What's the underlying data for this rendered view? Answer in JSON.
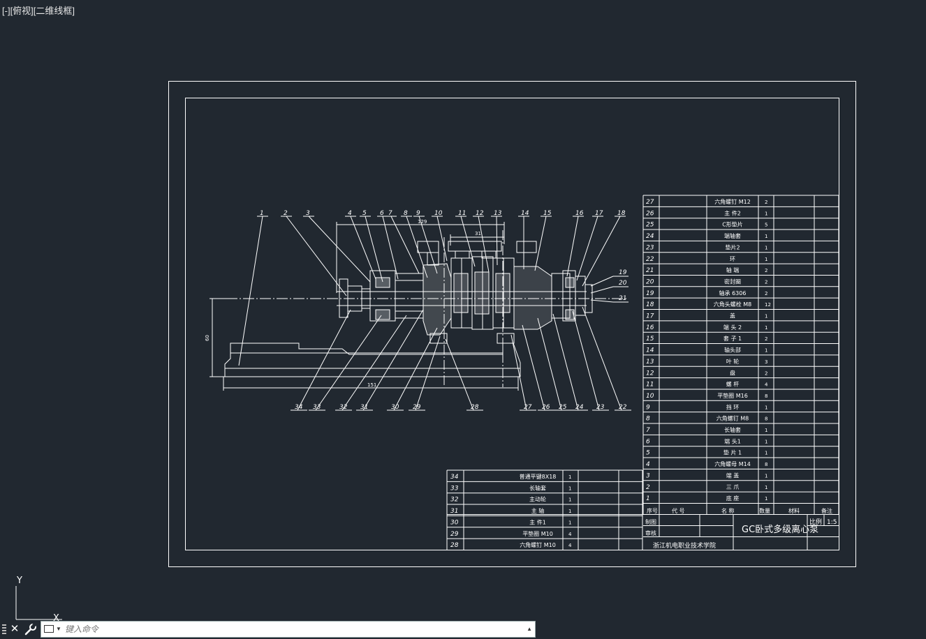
{
  "viewport": {
    "controls": [
      "[-]",
      "[俯视]",
      "[二维线框]"
    ]
  },
  "drawing": {
    "overall_dim": "129",
    "inner_dim": "31",
    "height_dim": "60",
    "base_dim": "151",
    "title": "GC卧式多级离心泵",
    "school": "浙江机电职业技术学院",
    "scale_label": "比例",
    "scale_value": "1:5",
    "made_label": "制图",
    "check_label": "审核",
    "header": {
      "no": "序号",
      "code": "代   号",
      "name": "名   称",
      "qty": "数量",
      "material": "材料",
      "note": "备注"
    },
    "callouts_top": [
      "1",
      "2",
      "3",
      "4",
      "5",
      "6",
      "7",
      "8",
      "9",
      "10",
      "11",
      "12",
      "13",
      "14",
      "15",
      "16",
      "17",
      "18"
    ],
    "callouts_right": [
      "19",
      "20",
      "21"
    ],
    "callouts_bottom": [
      "34",
      "33",
      "32",
      "31",
      "30",
      "29",
      "28",
      "27",
      "26",
      "25",
      "24",
      "23",
      "22"
    ],
    "bom_right": [
      {
        "no": "27",
        "name": "六角螺钉 M12",
        "qty": "2"
      },
      {
        "no": "26",
        "name": "主  件2",
        "qty": "1"
      },
      {
        "no": "25",
        "name": "C形垫片",
        "qty": "5"
      },
      {
        "no": "24",
        "name": "端轴套",
        "qty": "1"
      },
      {
        "no": "23",
        "name": "垫片2",
        "qty": "1"
      },
      {
        "no": "22",
        "name": "环",
        "qty": "1"
      },
      {
        "no": "21",
        "name": "轴  端",
        "qty": "2"
      },
      {
        "no": "20",
        "name": "密封圈",
        "qty": "2"
      },
      {
        "no": "19",
        "name": "轴承 6306",
        "qty": "2"
      },
      {
        "no": "18",
        "name": "六角头螺栓 M8",
        "qty": "12"
      },
      {
        "no": "17",
        "name": "盖",
        "qty": "1"
      },
      {
        "no": "16",
        "name": "端 头 2",
        "qty": "1"
      },
      {
        "no": "15",
        "name": "套 子 1",
        "qty": "2"
      },
      {
        "no": "14",
        "name": "轴头部",
        "qty": "1"
      },
      {
        "no": "13",
        "name": "叶 轮",
        "qty": "3"
      },
      {
        "no": "12",
        "name": "盘",
        "qty": "2"
      },
      {
        "no": "11",
        "name": "螺  杆",
        "qty": "4"
      },
      {
        "no": "10",
        "name": "平垫圈 M16",
        "qty": "8"
      },
      {
        "no": "9",
        "name": "挡  环",
        "qty": "1"
      },
      {
        "no": "8",
        "name": "六角螺钉 M8",
        "qty": "8"
      },
      {
        "no": "7",
        "name": "长轴套",
        "qty": "1"
      },
      {
        "no": "6",
        "name": "端  头1",
        "qty": "1"
      },
      {
        "no": "5",
        "name": "垫  片 1",
        "qty": "1"
      },
      {
        "no": "4",
        "name": "六角螺母 M14",
        "qty": "8"
      },
      {
        "no": "3",
        "name": "端  盖",
        "qty": "1"
      },
      {
        "no": "2",
        "name": "三  爪",
        "qty": "1"
      },
      {
        "no": "1",
        "name": "底  座",
        "qty": "1"
      }
    ],
    "bom_left": [
      {
        "no": "34",
        "name": "普通平键8X18",
        "qty": "1"
      },
      {
        "no": "33",
        "name": "长轴套",
        "qty": "1"
      },
      {
        "no": "32",
        "name": "主动轮",
        "qty": "1"
      },
      {
        "no": "31",
        "name": "主  轴",
        "qty": "1"
      },
      {
        "no": "30",
        "name": "主  件1",
        "qty": "1"
      },
      {
        "no": "29",
        "name": "平垫圈 M10",
        "qty": "4"
      },
      {
        "no": "28",
        "name": "六角螺钉 M10",
        "qty": "4"
      }
    ]
  },
  "ucs": {
    "x": "X",
    "y": "Y"
  },
  "command": {
    "placeholder": "键入命令"
  },
  "colors": {
    "background": "#212830",
    "line": "#ffffff",
    "command_bg": "#ffffff"
  }
}
